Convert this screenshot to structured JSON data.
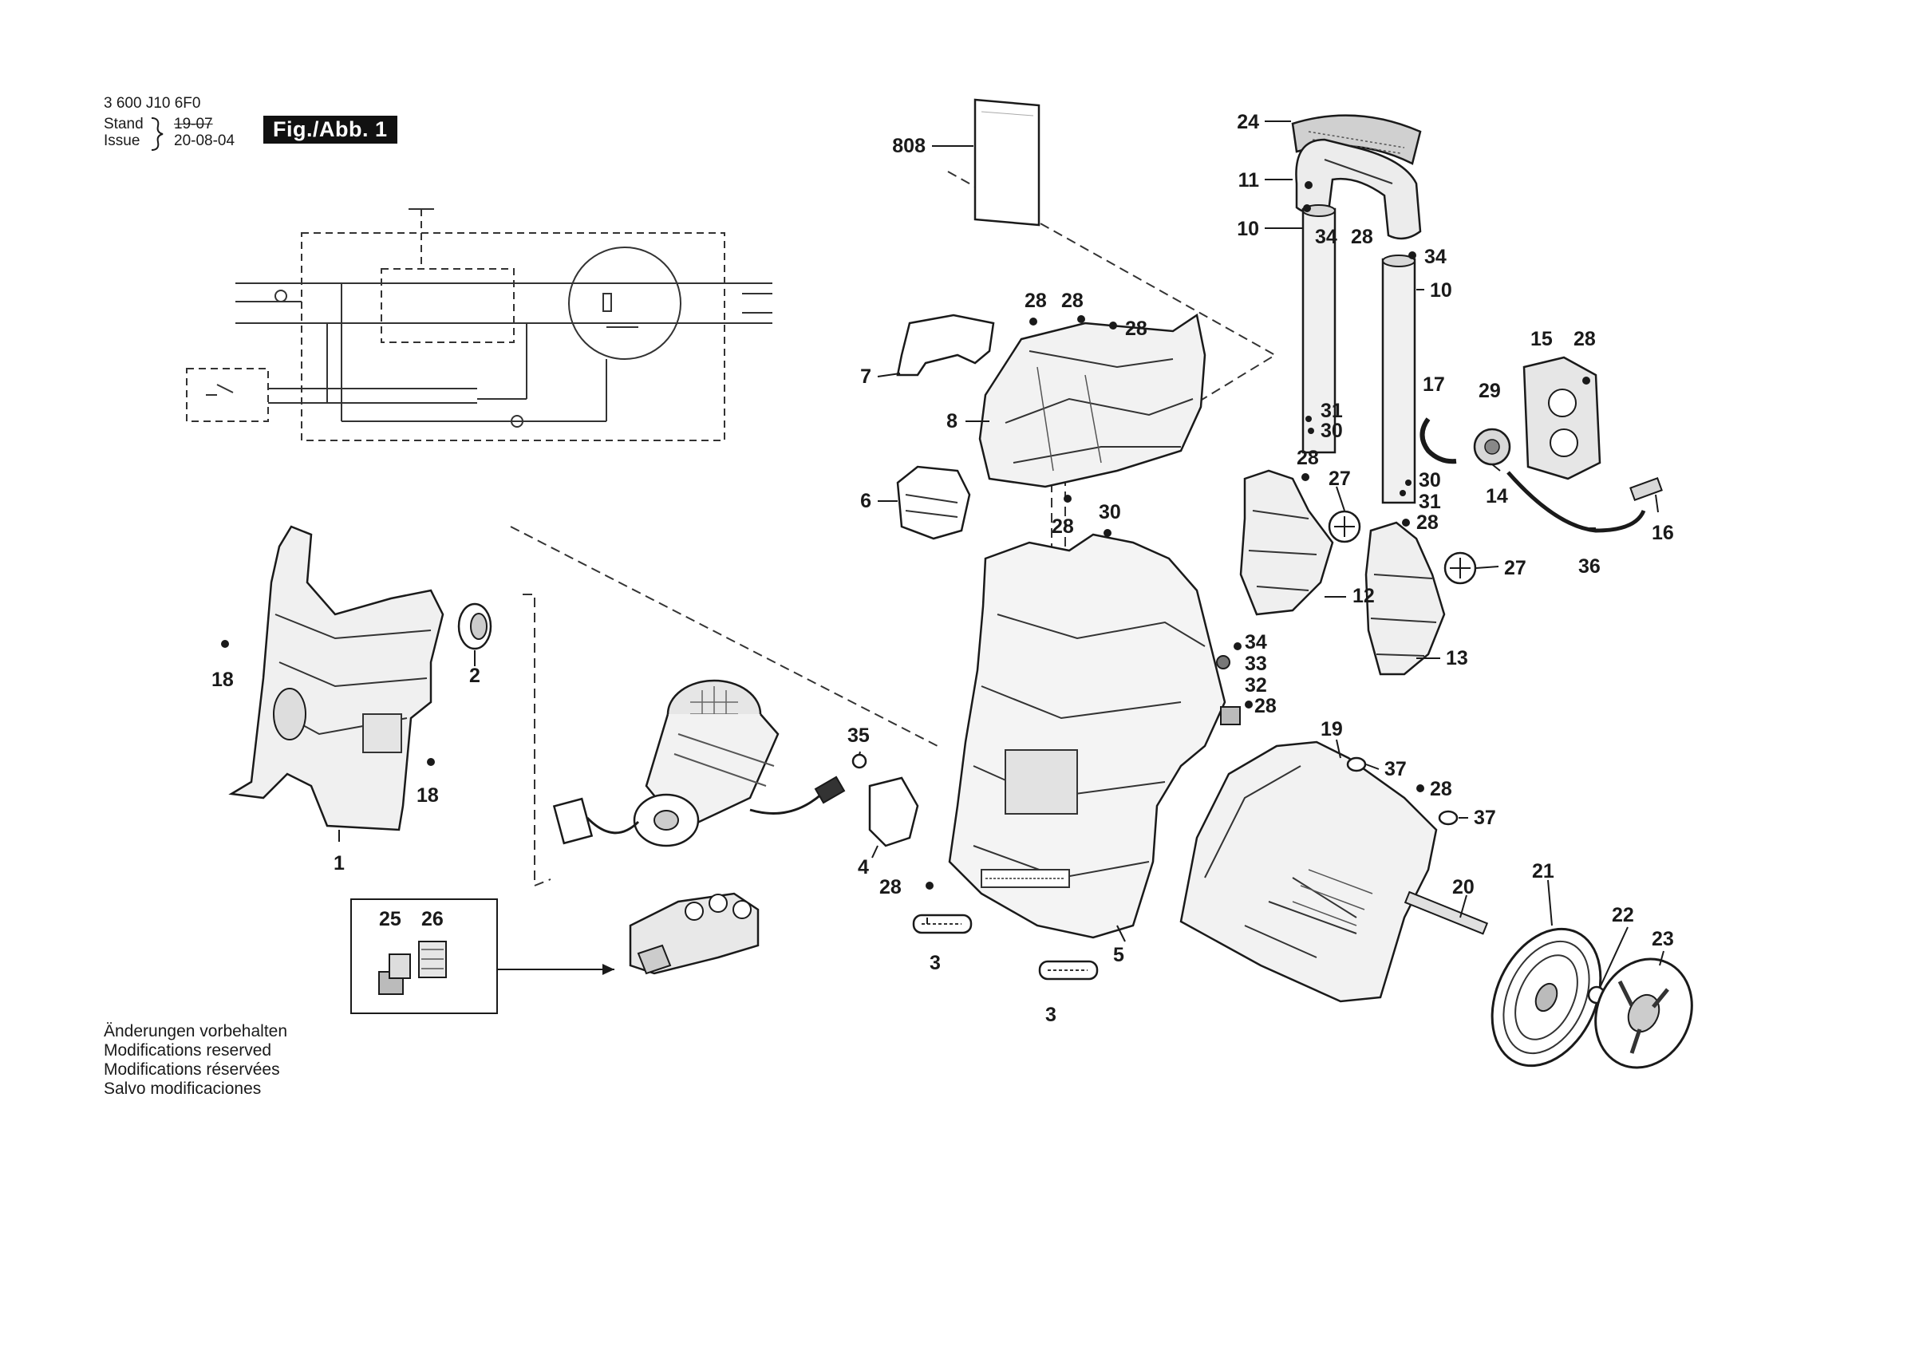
{
  "header": {
    "doc_number": "3 600 J10 6F0",
    "stand_label": "Stand",
    "stand_date": "19-07",
    "issue_label": "Issue",
    "issue_date": "20-08-04",
    "figure_label": "Fig./Abb. 1"
  },
  "notes": [
    "Änderungen vorbehalten",
    "Modifications reserved",
    "Modifications réservées",
    "Salvo modificaciones"
  ],
  "callouts": {
    "c808": "808",
    "c24": "24",
    "c11": "11",
    "c10a": "10",
    "c34a": "34",
    "c28a": "28",
    "c34b": "34",
    "c10b": "10",
    "c28b": "28",
    "c28c": "28",
    "c28d": "28",
    "c7": "7",
    "c8": "8",
    "c6": "6",
    "c28e": "28",
    "c30a": "30",
    "c31a": "31",
    "c30b": "30",
    "c28f": "28",
    "c27a": "27",
    "c30c": "30",
    "c31b": "31",
    "c28g": "28",
    "c27b": "27",
    "c12": "12",
    "c13": "13",
    "c15": "15",
    "c28h": "28",
    "c17": "17",
    "c29": "29",
    "c14": "14",
    "c16": "16",
    "c36": "36",
    "c34c": "34",
    "c33": "33",
    "c32": "32",
    "c28i": "28",
    "c19": "19",
    "c37a": "37",
    "c28j": "28",
    "c37b": "37",
    "c35": "35",
    "c4": "4",
    "c28k": "28",
    "c3a": "3",
    "c5": "5",
    "c3b": "3",
    "c20": "20",
    "c21": "21",
    "c22": "22",
    "c23": "23",
    "c1": "1",
    "c2": "2",
    "c18a": "18",
    "c18b": "18",
    "c25": "25",
    "c26": "26"
  },
  "colors": {
    "line": "#1a1a1a",
    "shade": "#c8c8c8",
    "dark": "#555555"
  }
}
